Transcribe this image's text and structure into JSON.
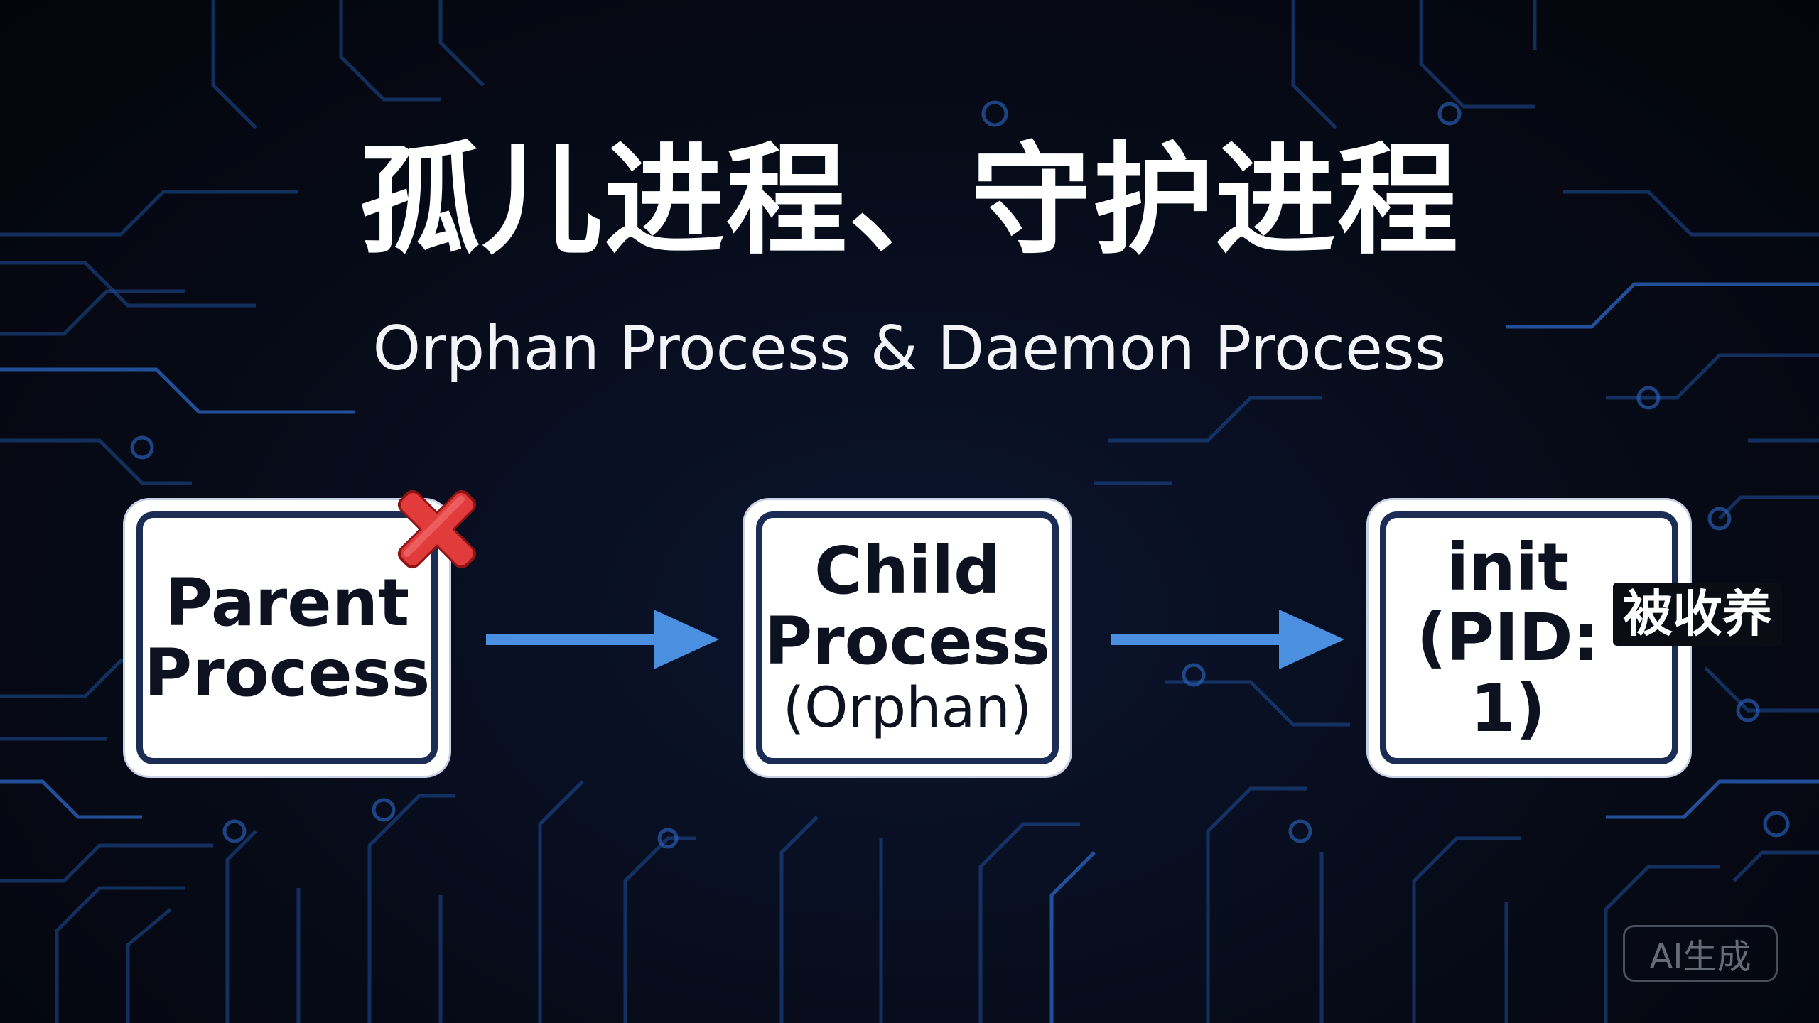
{
  "title": "孤儿进程、守护进程",
  "subtitle": "Orphan Process & Daemon Process",
  "nodes": {
    "parent": {
      "line1": "Parent",
      "line2": "Process",
      "status_icon": "red-cross-icon"
    },
    "child": {
      "line1": "Child",
      "line2": "Process",
      "note": "(Orphan)"
    },
    "init": {
      "line1": "init",
      "line2": "(PID: 1)"
    }
  },
  "adopted_label": "被收养",
  "watermark": "AI生成",
  "colors": {
    "arrow": "#4a8fe0",
    "node_border": "#1b2c55",
    "cross": "#e23b3b",
    "circuit": "#1d4f9a"
  }
}
